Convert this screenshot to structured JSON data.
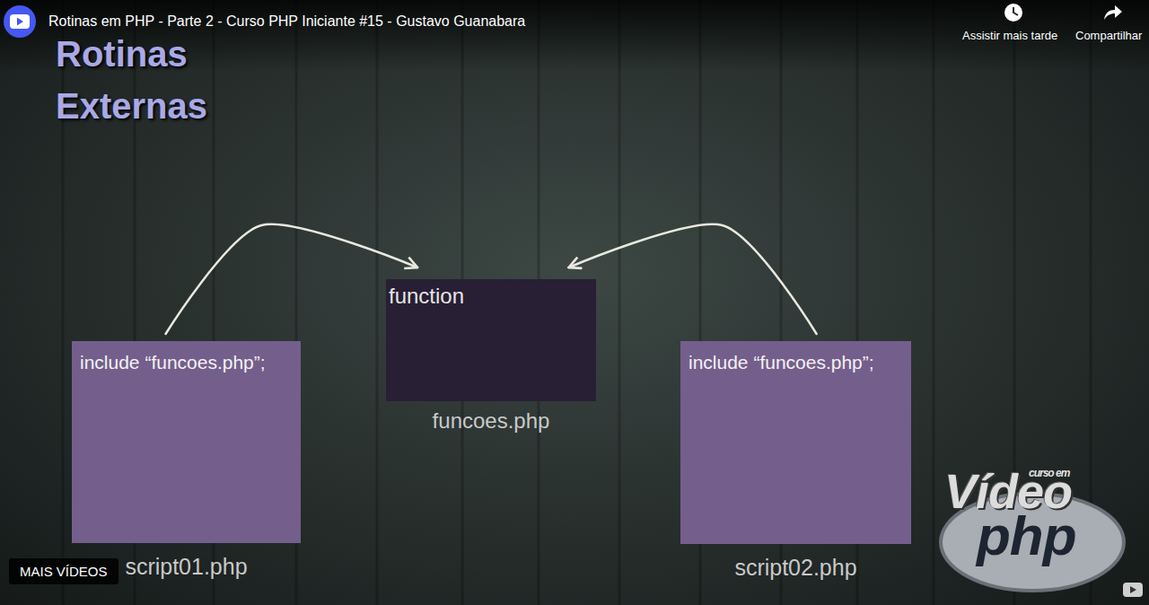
{
  "diagram": {
    "title": "Rotinas Externas",
    "nodes": [
      {
        "text": [
          "include “funcoes.php”;",
          "script01.php"
        ]
      },
      {
        "text": [
          "function",
          "funcoes.php"
        ]
      },
      {
        "text": [
          "include “funcoes.php”;",
          "script02.php"
        ]
      }
    ],
    "edges": [
      {
        "from": 0,
        "to": 1,
        "arrow": "to"
      },
      {
        "from": 2,
        "to": 1,
        "arrow": "to"
      }
    ],
    "labels": [
      "Rotinas em PHP - Parte 2 - Curso PHP Iniciante #15 - Gustavo Guanabara",
      "Assistir mais tarde",
      "Compartilhar",
      "MAIS VÍDEOS",
      "curso em",
      "Vídeo",
      "php"
    ]
  }
}
